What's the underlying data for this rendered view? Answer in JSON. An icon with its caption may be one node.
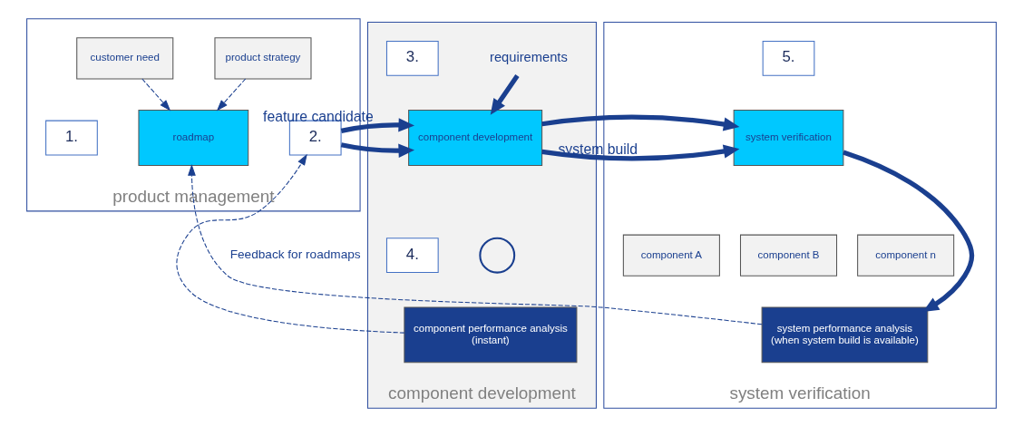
{
  "diagram": {
    "nodes": [
      {
        "text": [
          "product management"
        ]
      },
      {
        "text": [
          "customer need"
        ],
        "in": 0
      },
      {
        "text": [
          "product strategy"
        ],
        "in": 0
      },
      {
        "text": [
          "roadmap"
        ],
        "in": 0
      },
      {
        "text": [
          "1."
        ],
        "in": 0
      },
      {
        "text": [
          "2."
        ],
        "in": 0
      },
      {
        "text": [
          "component development"
        ]
      },
      {
        "text": [
          "3."
        ],
        "in": 6
      },
      {
        "text": [
          "requirements"
        ],
        "in": 6
      },
      {
        "text": [
          "component development"
        ],
        "in": 6
      },
      {
        "text": [
          "4."
        ],
        "in": 6
      },
      {
        "text": [],
        "shape": "circle",
        "in": 6
      },
      {
        "text": [
          "component performance analysis",
          "(instant)"
        ],
        "in": 6
      },
      {
        "text": [
          "system verification"
        ]
      },
      {
        "text": [
          "5."
        ],
        "in": 13
      },
      {
        "text": [
          "system verification"
        ],
        "in": 13
      },
      {
        "text": [
          "component A"
        ],
        "in": 13
      },
      {
        "text": [
          "component B"
        ],
        "in": 13
      },
      {
        "text": [
          "component n"
        ],
        "in": 13
      },
      {
        "text": [
          "system performance analysis",
          "(when system build is available)"
        ],
        "in": 13
      }
    ],
    "edges": [
      {
        "from": 1,
        "to": 3,
        "arrow": "to",
        "style": "dashed"
      },
      {
        "from": 2,
        "to": 3,
        "arrow": "to",
        "style": "dashed"
      },
      {
        "from": 5,
        "to": 9,
        "arrow": "to",
        "label": "feature candidate",
        "style": "thick"
      },
      {
        "from": 8,
        "to": 9,
        "arrow": "to",
        "style": "thick"
      },
      {
        "from": 9,
        "to": 15,
        "arrow": "to",
        "label": "system build",
        "style": "thick"
      },
      {
        "from": 15,
        "to": 19,
        "arrow": "to",
        "style": "thick"
      },
      {
        "from": 12,
        "to": 5,
        "arrow": "to",
        "style": "dashed"
      },
      {
        "from": 19,
        "to": 3,
        "arrow": "to",
        "label": "Feedback for roadmaps",
        "style": "dashed"
      }
    ]
  }
}
